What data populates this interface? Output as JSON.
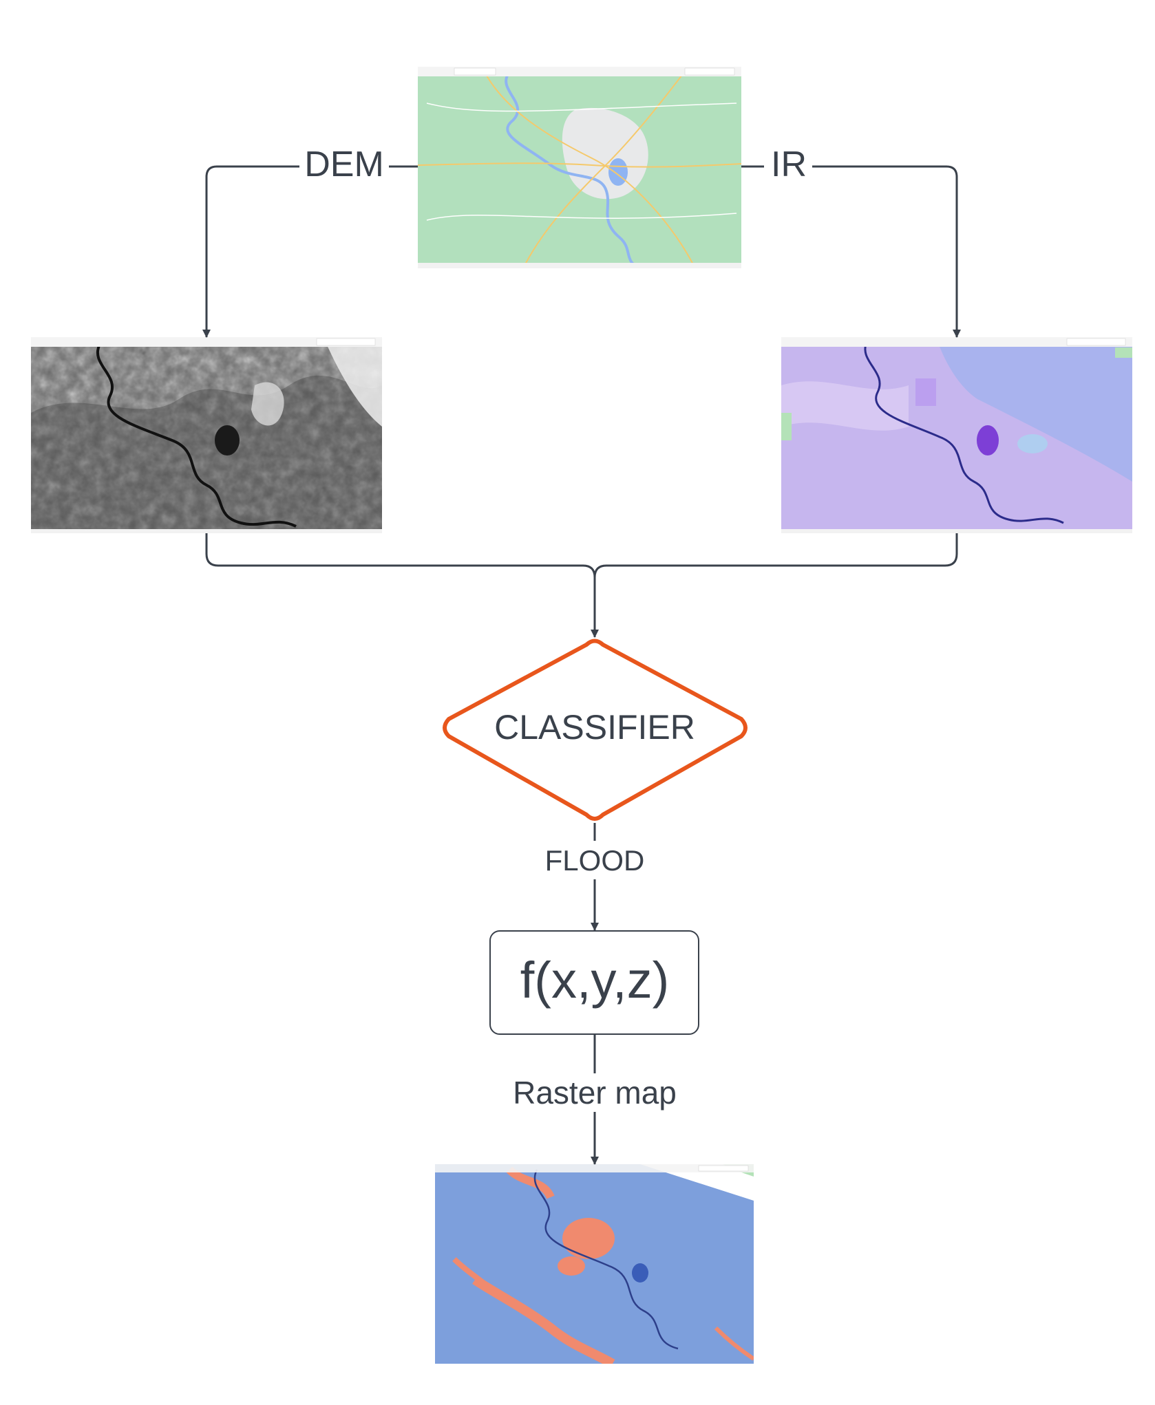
{
  "labels": {
    "dem": "DEM",
    "ir": "IR",
    "classifier": "CLASSIFIER",
    "flood": "FLOOD",
    "function": "f(x,y,z)",
    "raster": "Raster map"
  },
  "colors": {
    "line": "#3a414b",
    "classifier_border": "#e8561c",
    "text": "#3a414b",
    "map_green": "#a8dcb4",
    "dem_gray": "#5a5a5a",
    "ir_lavender": "#c6b6ee",
    "raster_blue": "#7d9fdc",
    "flood_salmon": "#f08a6e"
  }
}
